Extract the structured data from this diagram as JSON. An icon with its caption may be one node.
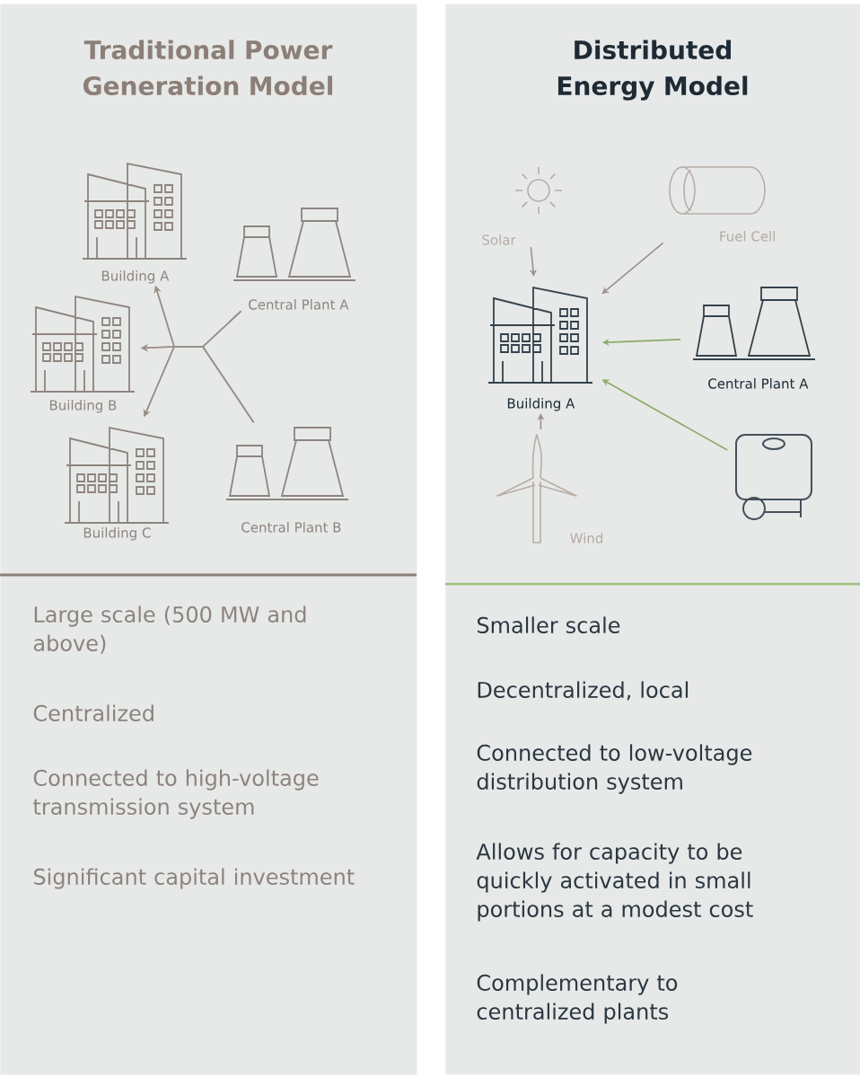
{
  "diagram": {
    "nodes": [
      {
        "text": [
          "Traditional Power Generation Model",
          "Large scale (500 MW and above)",
          "Centralized",
          "Connected to high-voltage transmission system",
          "Significant capital investment"
        ]
      },
      {
        "text": [
          "Building A"
        ],
        "in": 0
      },
      {
        "text": [
          "Building B"
        ],
        "in": 0
      },
      {
        "text": [
          "Building C"
        ],
        "in": 0
      },
      {
        "text": [
          "Central Plant A"
        ],
        "in": 0
      },
      {
        "text": [
          "Central Plant B"
        ],
        "in": 0
      },
      {
        "text": [
          "Distributed Energy Model",
          "Smaller scale",
          "Decentralized, local",
          "Connected to low-voltage distribution system",
          "Allows for capacity to be quickly activated in small portions at a modest cost",
          "Complementary to centralized plants"
        ]
      },
      {
        "text": [
          "Solar"
        ],
        "in": 6
      },
      {
        "text": [
          "Fuel Cell"
        ],
        "in": 6
      },
      {
        "text": [
          "Building A"
        ],
        "in": 6
      },
      {
        "text": [
          "Central Plant A"
        ],
        "in": 6
      },
      {
        "text": [],
        "shape": "picture",
        "in": 6
      },
      {
        "text": [
          "Wind"
        ],
        "in": 6
      }
    ],
    "edges": [
      {
        "from": 4,
        "to": 1,
        "arrow": "to"
      },
      {
        "from": 4,
        "to": 2,
        "arrow": "to"
      },
      {
        "from": 4,
        "to": 3,
        "arrow": "to"
      },
      {
        "from": 5,
        "to": 1,
        "arrow": "to"
      },
      {
        "from": 5,
        "to": 2,
        "arrow": "to"
      },
      {
        "from": 5,
        "to": 3,
        "arrow": "to"
      },
      {
        "from": 7,
        "to": 9,
        "arrow": "to"
      },
      {
        "from": 8,
        "to": 9,
        "arrow": "to"
      },
      {
        "from": 10,
        "to": 9,
        "arrow": "to",
        "color": "#8bac68"
      },
      {
        "from": 11,
        "to": 9,
        "arrow": "to",
        "color": "#8bac68"
      },
      {
        "from": 12,
        "to": 9,
        "arrow": "to"
      }
    ]
  }
}
